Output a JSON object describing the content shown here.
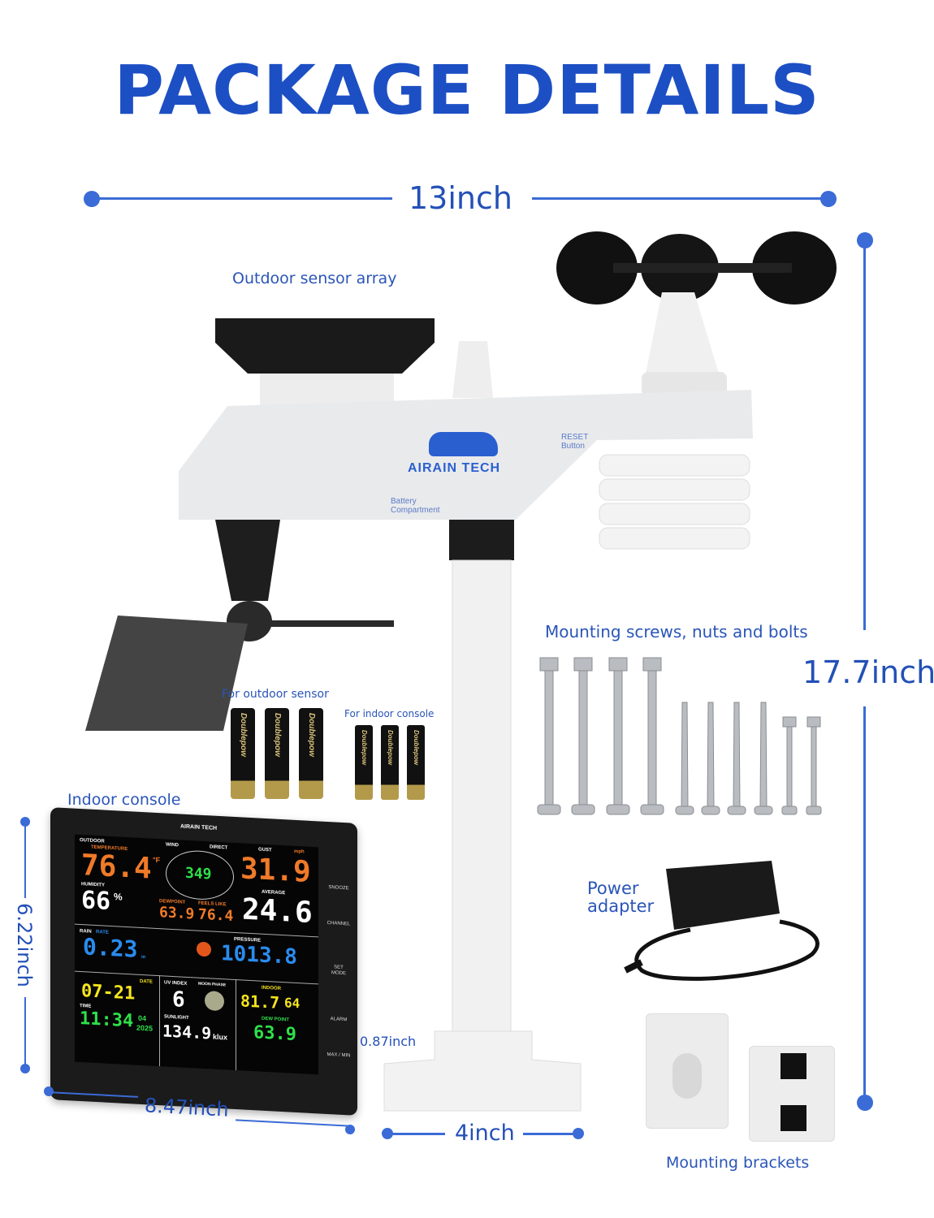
{
  "title": "PACKAGE DETAILS",
  "dimensions": {
    "width_top": "13inch",
    "height_right": "17.7inch",
    "console_height": "6.22inch",
    "console_width": "8.47inch",
    "console_depth": "0.87inch",
    "base_width": "4inch"
  },
  "labels": {
    "sensor_array": "Outdoor sensor array",
    "screws": "Mounting screws, nuts and bolts",
    "batteries_outdoor": "For outdoor sensor",
    "batteries_indoor": "For indoor console",
    "console": "Indoor console",
    "adapter": "Power adapter",
    "brackets": "Mounting brackets"
  },
  "sensor": {
    "brand": "AIRAIN TECH",
    "reset": "RESET Button",
    "battery": "Battery Compartment"
  },
  "battery_brand": "Doublepow",
  "console_display": {
    "brand": "AIRAIN TECH",
    "outdoor": "OUTDOOR",
    "temperature_label": "TEMPERATURE",
    "temperature": "76.4",
    "temp_unit": "°F",
    "humidity_label": "HUMIDITY",
    "humidity": "66",
    "humidity_unit": "%",
    "wind_label": "WIND",
    "wind_direction": "349",
    "direct_label": "DIRECT",
    "gust_label": "GUST",
    "gust": "31.9",
    "gust_unit": "mph",
    "dewpoint_label": "DEWPOINT",
    "dewpoint": "63.9",
    "feels_like_label": "FEELS LIKE",
    "feels_like": "76.4",
    "average_label": "AVERAGE",
    "average": "24.6",
    "rain_label": "RAIN",
    "rate_label": "RATE",
    "rain": "0.23",
    "rain_unit": "in",
    "pressure_label": "PRESSURE",
    "pressure": "1013.8",
    "date_label": "DATE",
    "date": "07-21",
    "time_label": "TIME",
    "time": "11:34",
    "day": "04",
    "year": "2025",
    "uv_label": "UV INDEX",
    "uv": "6",
    "moon_label": "MOON PHASE",
    "sunlight_label": "SUNLIGHT",
    "sunlight": "134.9",
    "sunlight_unit": "klux",
    "indoor_label": "INDOOR",
    "indoor_temp": "81.7",
    "indoor_humidity": "64",
    "indoor_dew_label": "DEW POINT",
    "indoor_dew": "63.9",
    "buttons": [
      "SNOOZE",
      "CHANNEL",
      "SET MODE",
      "ALARM",
      "MAX / MIN"
    ]
  },
  "colors": {
    "brand_blue": "#1d4fc4",
    "dimension_line": "#3a6bd6"
  }
}
